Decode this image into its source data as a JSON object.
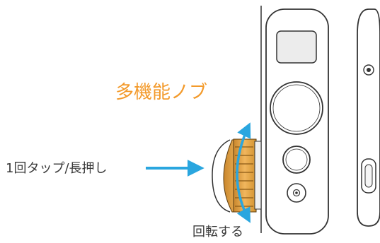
{
  "labels": {
    "knob_title": "多機能ノブ",
    "press_action": "1回タップ/長押し",
    "rotate_action": "回転する"
  },
  "icons": {
    "usb_port": "usb-c-port-icon",
    "knob": "multifunction-knob-icon",
    "arrow_press": "arrow-right-icon",
    "arrow_rotate": "curved-double-arrow-icon"
  },
  "colors": {
    "accent_orange": "#f39a2b",
    "knob_gold": "#e7a94a",
    "arrow_blue": "#2aa6df",
    "outline": "#333333"
  }
}
